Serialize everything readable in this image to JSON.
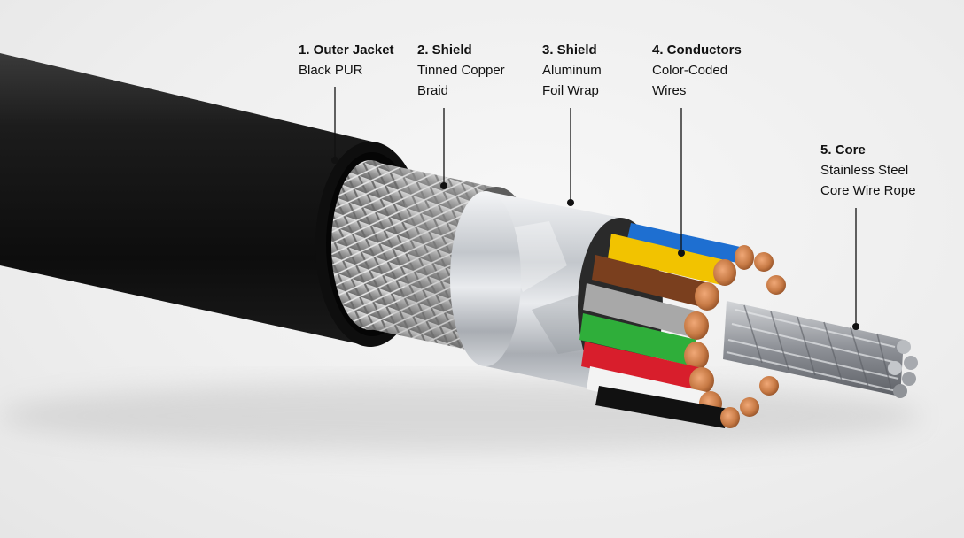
{
  "callouts": [
    {
      "title": "1. Outer Jacket",
      "lines": [
        "Black PUR"
      ]
    },
    {
      "title": "2. Shield",
      "lines": [
        "Tinned Copper",
        "Braid"
      ]
    },
    {
      "title": "3. Shield",
      "lines": [
        "Aluminum",
        "Foil Wrap"
      ]
    },
    {
      "title": "4. Conductors",
      "lines": [
        "Color-Coded",
        "Wires"
      ]
    },
    {
      "title": "5. Core",
      "lines": [
        "Stainless Steel",
        "Core Wire Rope"
      ]
    }
  ],
  "colors": {
    "jacket": "#161616",
    "braid": "#a9a9a9",
    "foil": "#cfd2d6",
    "copper": "#c77a45",
    "steel": "#9a9da2",
    "wire_blue": "#1e6fd1",
    "wire_yellow": "#f2c300",
    "wire_brown": "#7a3f1e",
    "wire_grey": "#a8a8a8",
    "wire_green": "#2fae3a",
    "wire_red": "#d81e2c",
    "wire_white": "#f3f3f3",
    "wire_black": "#111111"
  }
}
